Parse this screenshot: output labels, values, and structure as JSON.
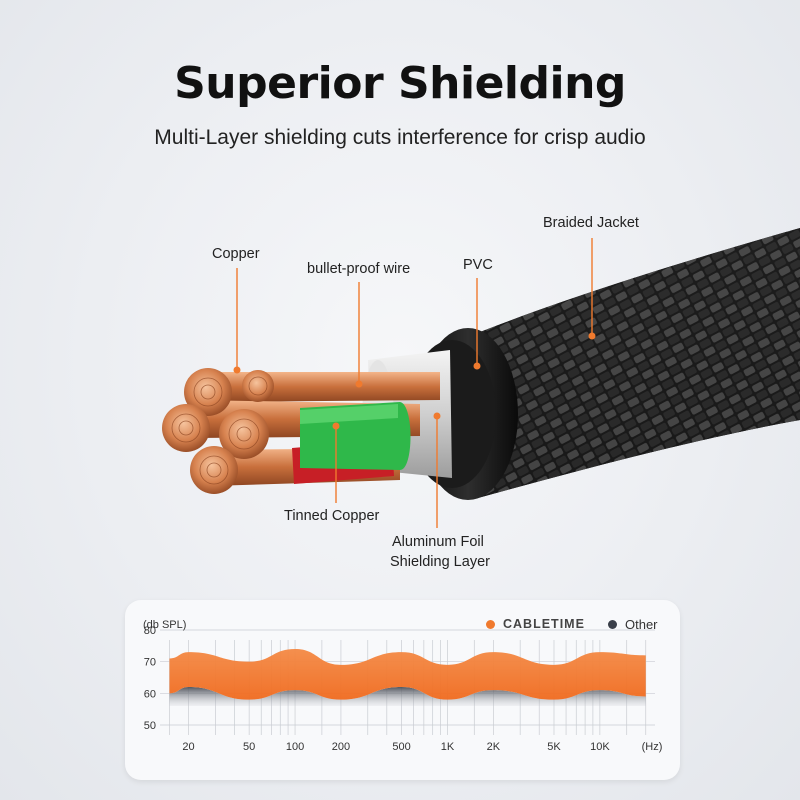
{
  "header": {
    "title": "Superior Shielding",
    "subtitle": "Multi-Layer shielding cuts interference for crisp audio"
  },
  "callouts": {
    "copper": "Copper",
    "bulletproof": "bullet-proof wire",
    "pvc": "PVC",
    "braided": "Braided Jacket",
    "tinned": "Tinned Copper",
    "foil_line1": "Aluminum Foil",
    "foil_line2": "Shielding Layer"
  },
  "colors": {
    "accent": "#f07a2e",
    "other": "#3a3f49",
    "green": "#2fb84a",
    "red": "#d6242a"
  },
  "chart_data": {
    "type": "area",
    "ylabel": "(db SPL)",
    "xunit": "(Hz)",
    "ylim": [
      50,
      80
    ],
    "yticks": [
      "80",
      "70",
      "60",
      "50"
    ],
    "xticks": [
      "20",
      "50",
      "100",
      "200",
      "500",
      "1K",
      "2K",
      "5K",
      "10K"
    ],
    "series": [
      {
        "name": "CABLETIME",
        "x": [
          15,
          20,
          50,
          100,
          200,
          500,
          1000,
          2000,
          5000,
          10000,
          20000
        ],
        "upper": [
          71,
          73,
          70,
          74,
          69,
          73,
          69,
          73,
          69,
          73,
          72
        ],
        "lower": [
          60,
          62,
          58,
          61,
          58,
          62,
          58,
          61,
          58,
          61,
          59
        ]
      },
      {
        "name": "Other",
        "x": [
          15,
          20,
          50,
          100,
          200,
          500,
          1000,
          2000,
          5000,
          10000,
          20000
        ],
        "upper": [
          60,
          62,
          58,
          61,
          58,
          62,
          58,
          61,
          58,
          61,
          59
        ],
        "lower": [
          56,
          56,
          56,
          56,
          56,
          56,
          56,
          56,
          56,
          56,
          56
        ]
      }
    ]
  }
}
